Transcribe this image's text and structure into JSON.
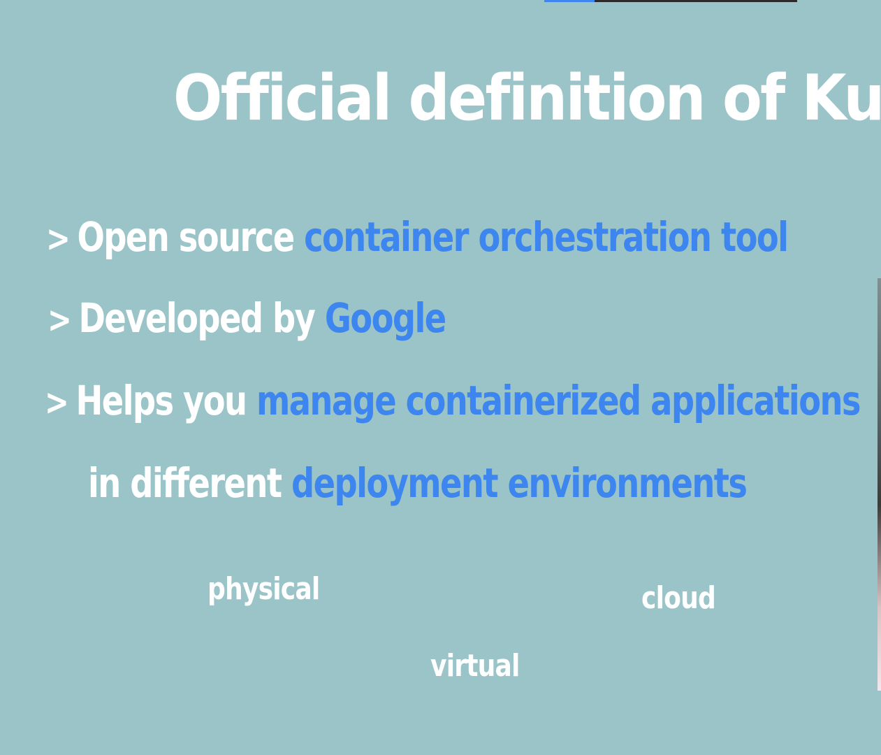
{
  "slide": {
    "title": "Official definition of Kuberr",
    "bullets": [
      {
        "chevron": ">",
        "plain": "Open source ",
        "highlight": "container orchestration tool"
      },
      {
        "chevron": ">",
        "plain": "Developed by ",
        "highlight": "Google"
      },
      {
        "chevron": ">",
        "plain": "Helps you ",
        "highlight": "manage containerized applications"
      },
      {
        "plain": "in different ",
        "highlight": "deployment environments"
      }
    ],
    "environments": {
      "physical": "physical",
      "cloud": "cloud",
      "virtual": "virtual"
    }
  },
  "player": {
    "progress_fraction": 0.2
  },
  "colors": {
    "background": "#9ac4c7",
    "text": "#ffffff",
    "highlight": "#3d86ef"
  }
}
